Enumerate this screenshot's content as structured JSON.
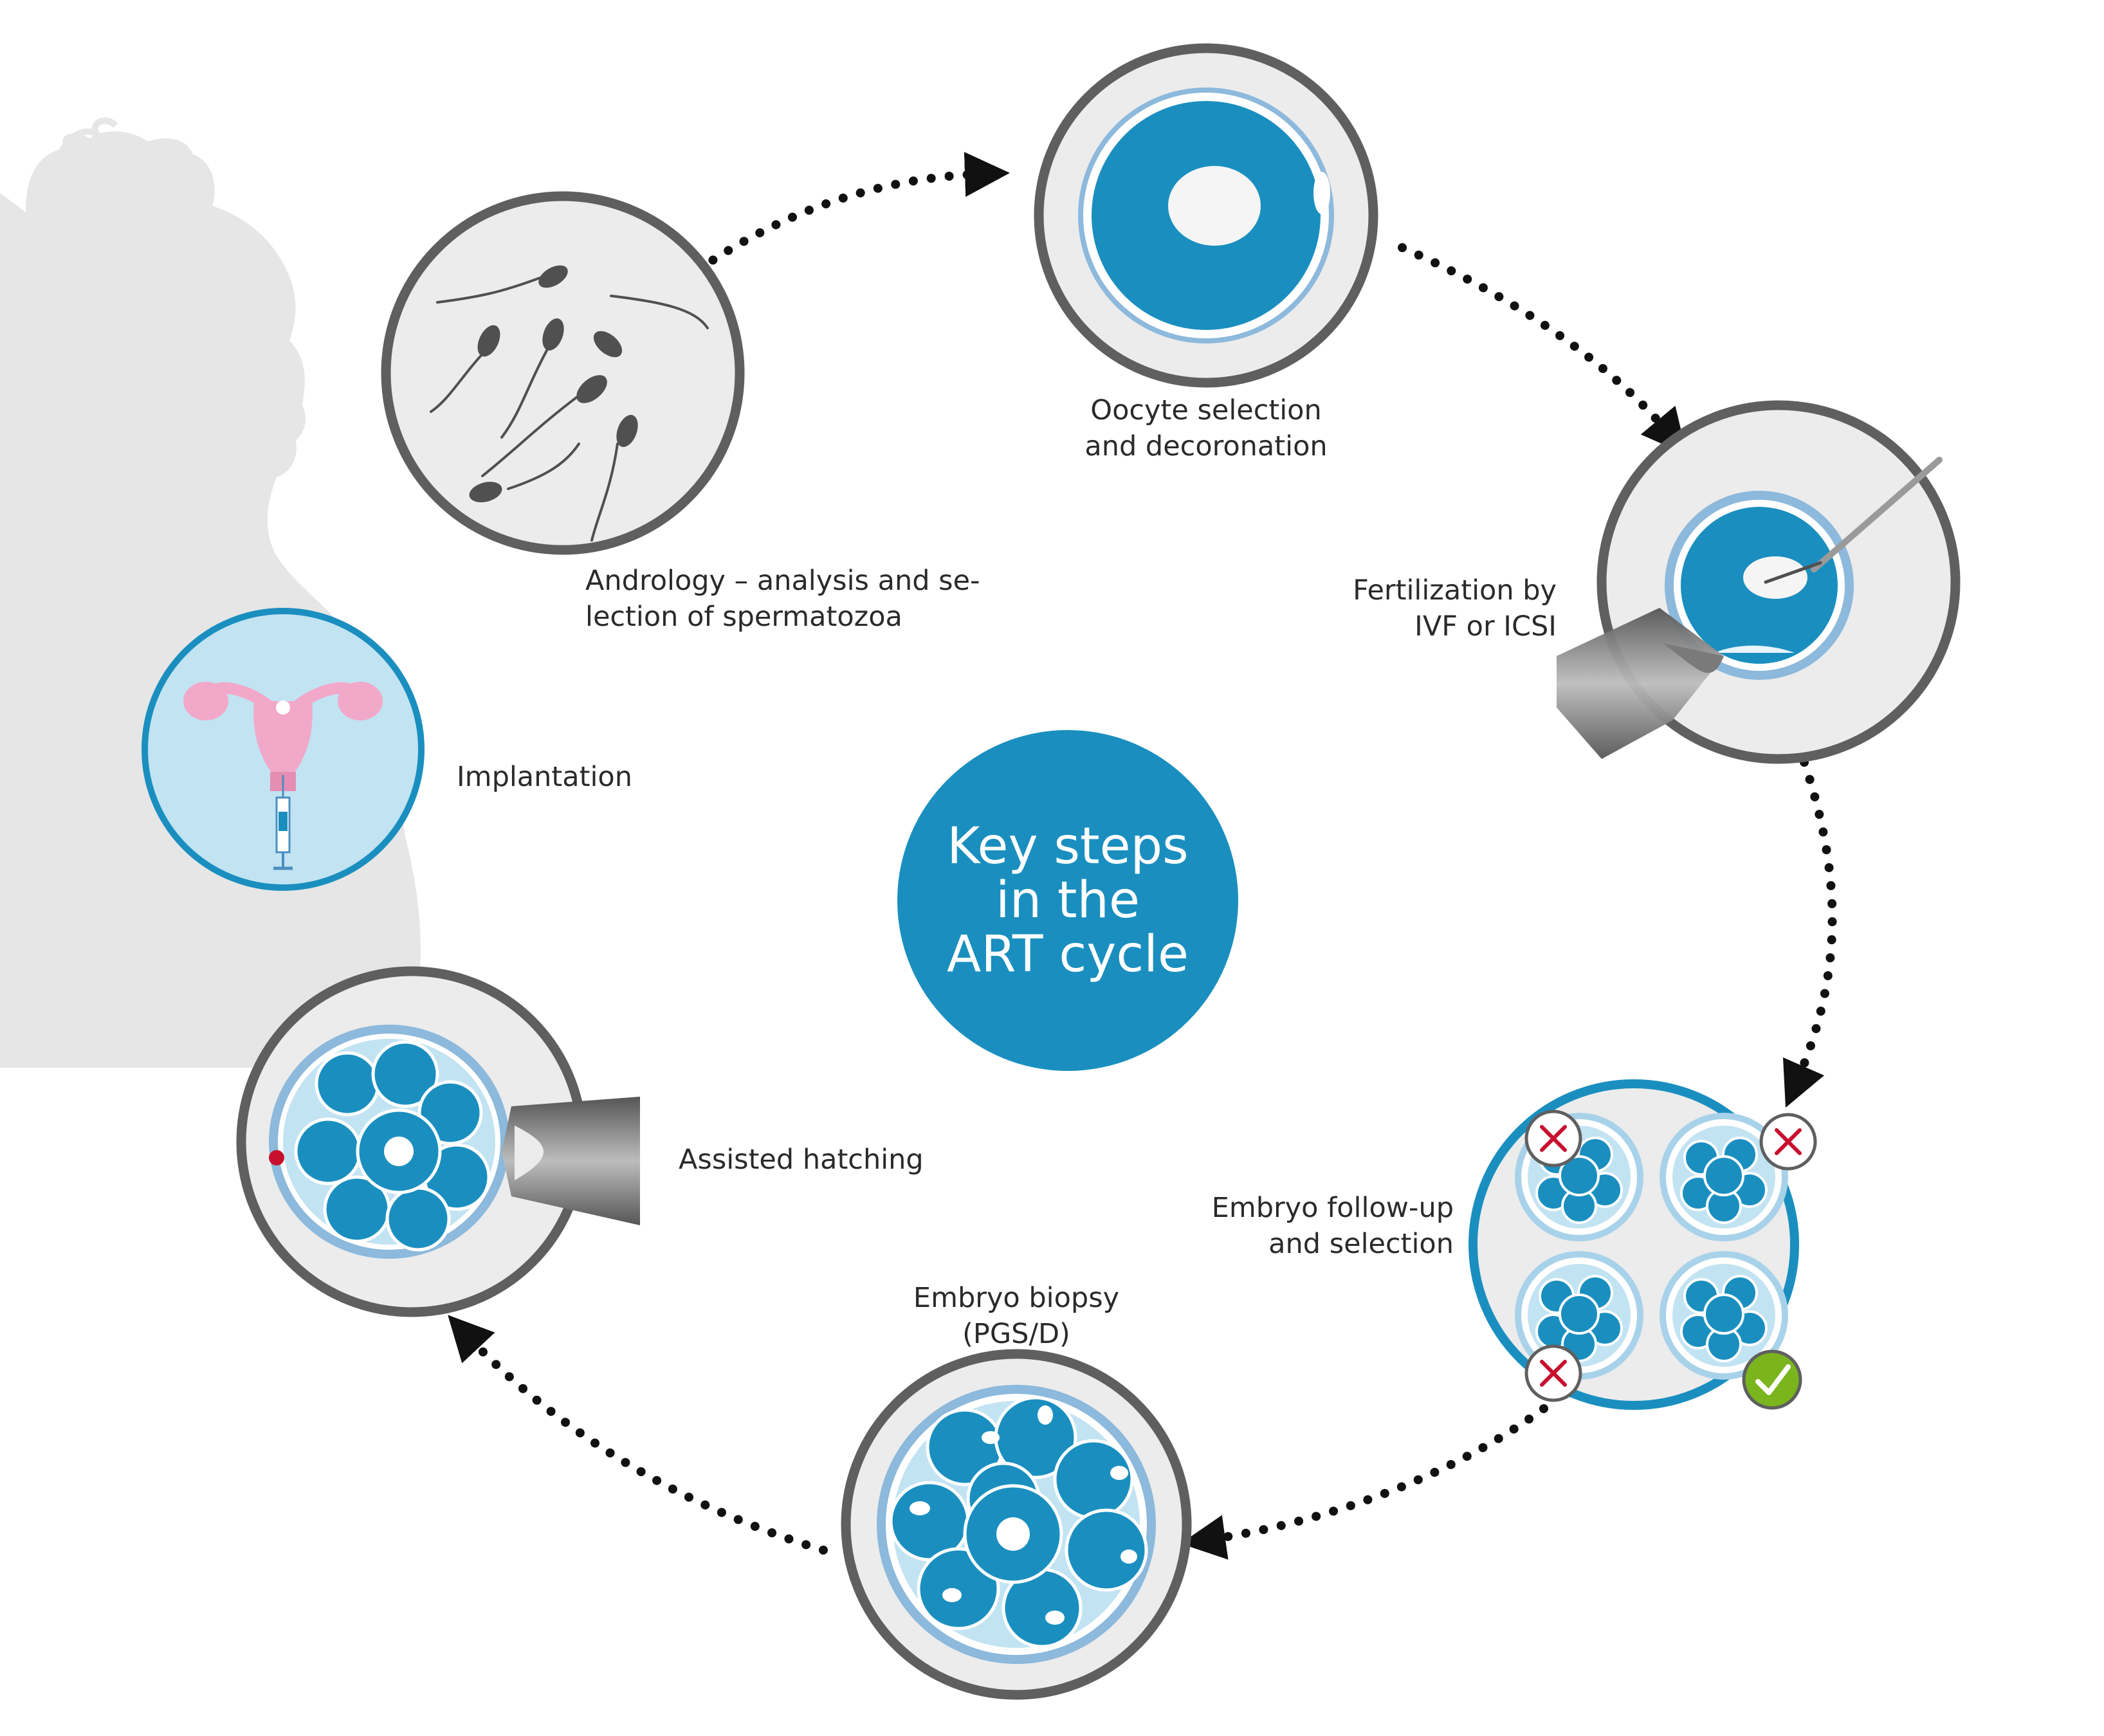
{
  "center": {
    "lines": [
      "Key steps",
      "in the",
      "ART cycle"
    ]
  },
  "steps": {
    "andrology": {
      "lines": [
        "Andrology – analysis and se-",
        "lection of spermatozoa"
      ]
    },
    "oocyte": {
      "lines": [
        "Oocyte selection",
        "and decoronation"
      ]
    },
    "fertilization": {
      "lines": [
        "Fertilization by",
        "IVF or ICSI"
      ]
    },
    "embryo_selection": {
      "lines": [
        "Embryo follow-up",
        "and selection"
      ]
    },
    "biopsy": {
      "lines": [
        "Embryo biopsy",
        "(PGS/D)"
      ]
    },
    "hatching": {
      "lines": [
        "Assisted hatching"
      ]
    },
    "implantation": {
      "lines": [
        "Implantation"
      ]
    }
  },
  "colors": {
    "primary_blue": "#1a8fbf",
    "light_blue": "#c2e3f2",
    "ring_blue": "#8cb9dc",
    "dish_gray": "#ececec",
    "ring_gray": "#5f5f5f",
    "silhouette": "#e6e6e6",
    "reject_red": "#c8102e",
    "accept_green": "#7ab51d",
    "uterus_pink": "#f2a8c8"
  }
}
